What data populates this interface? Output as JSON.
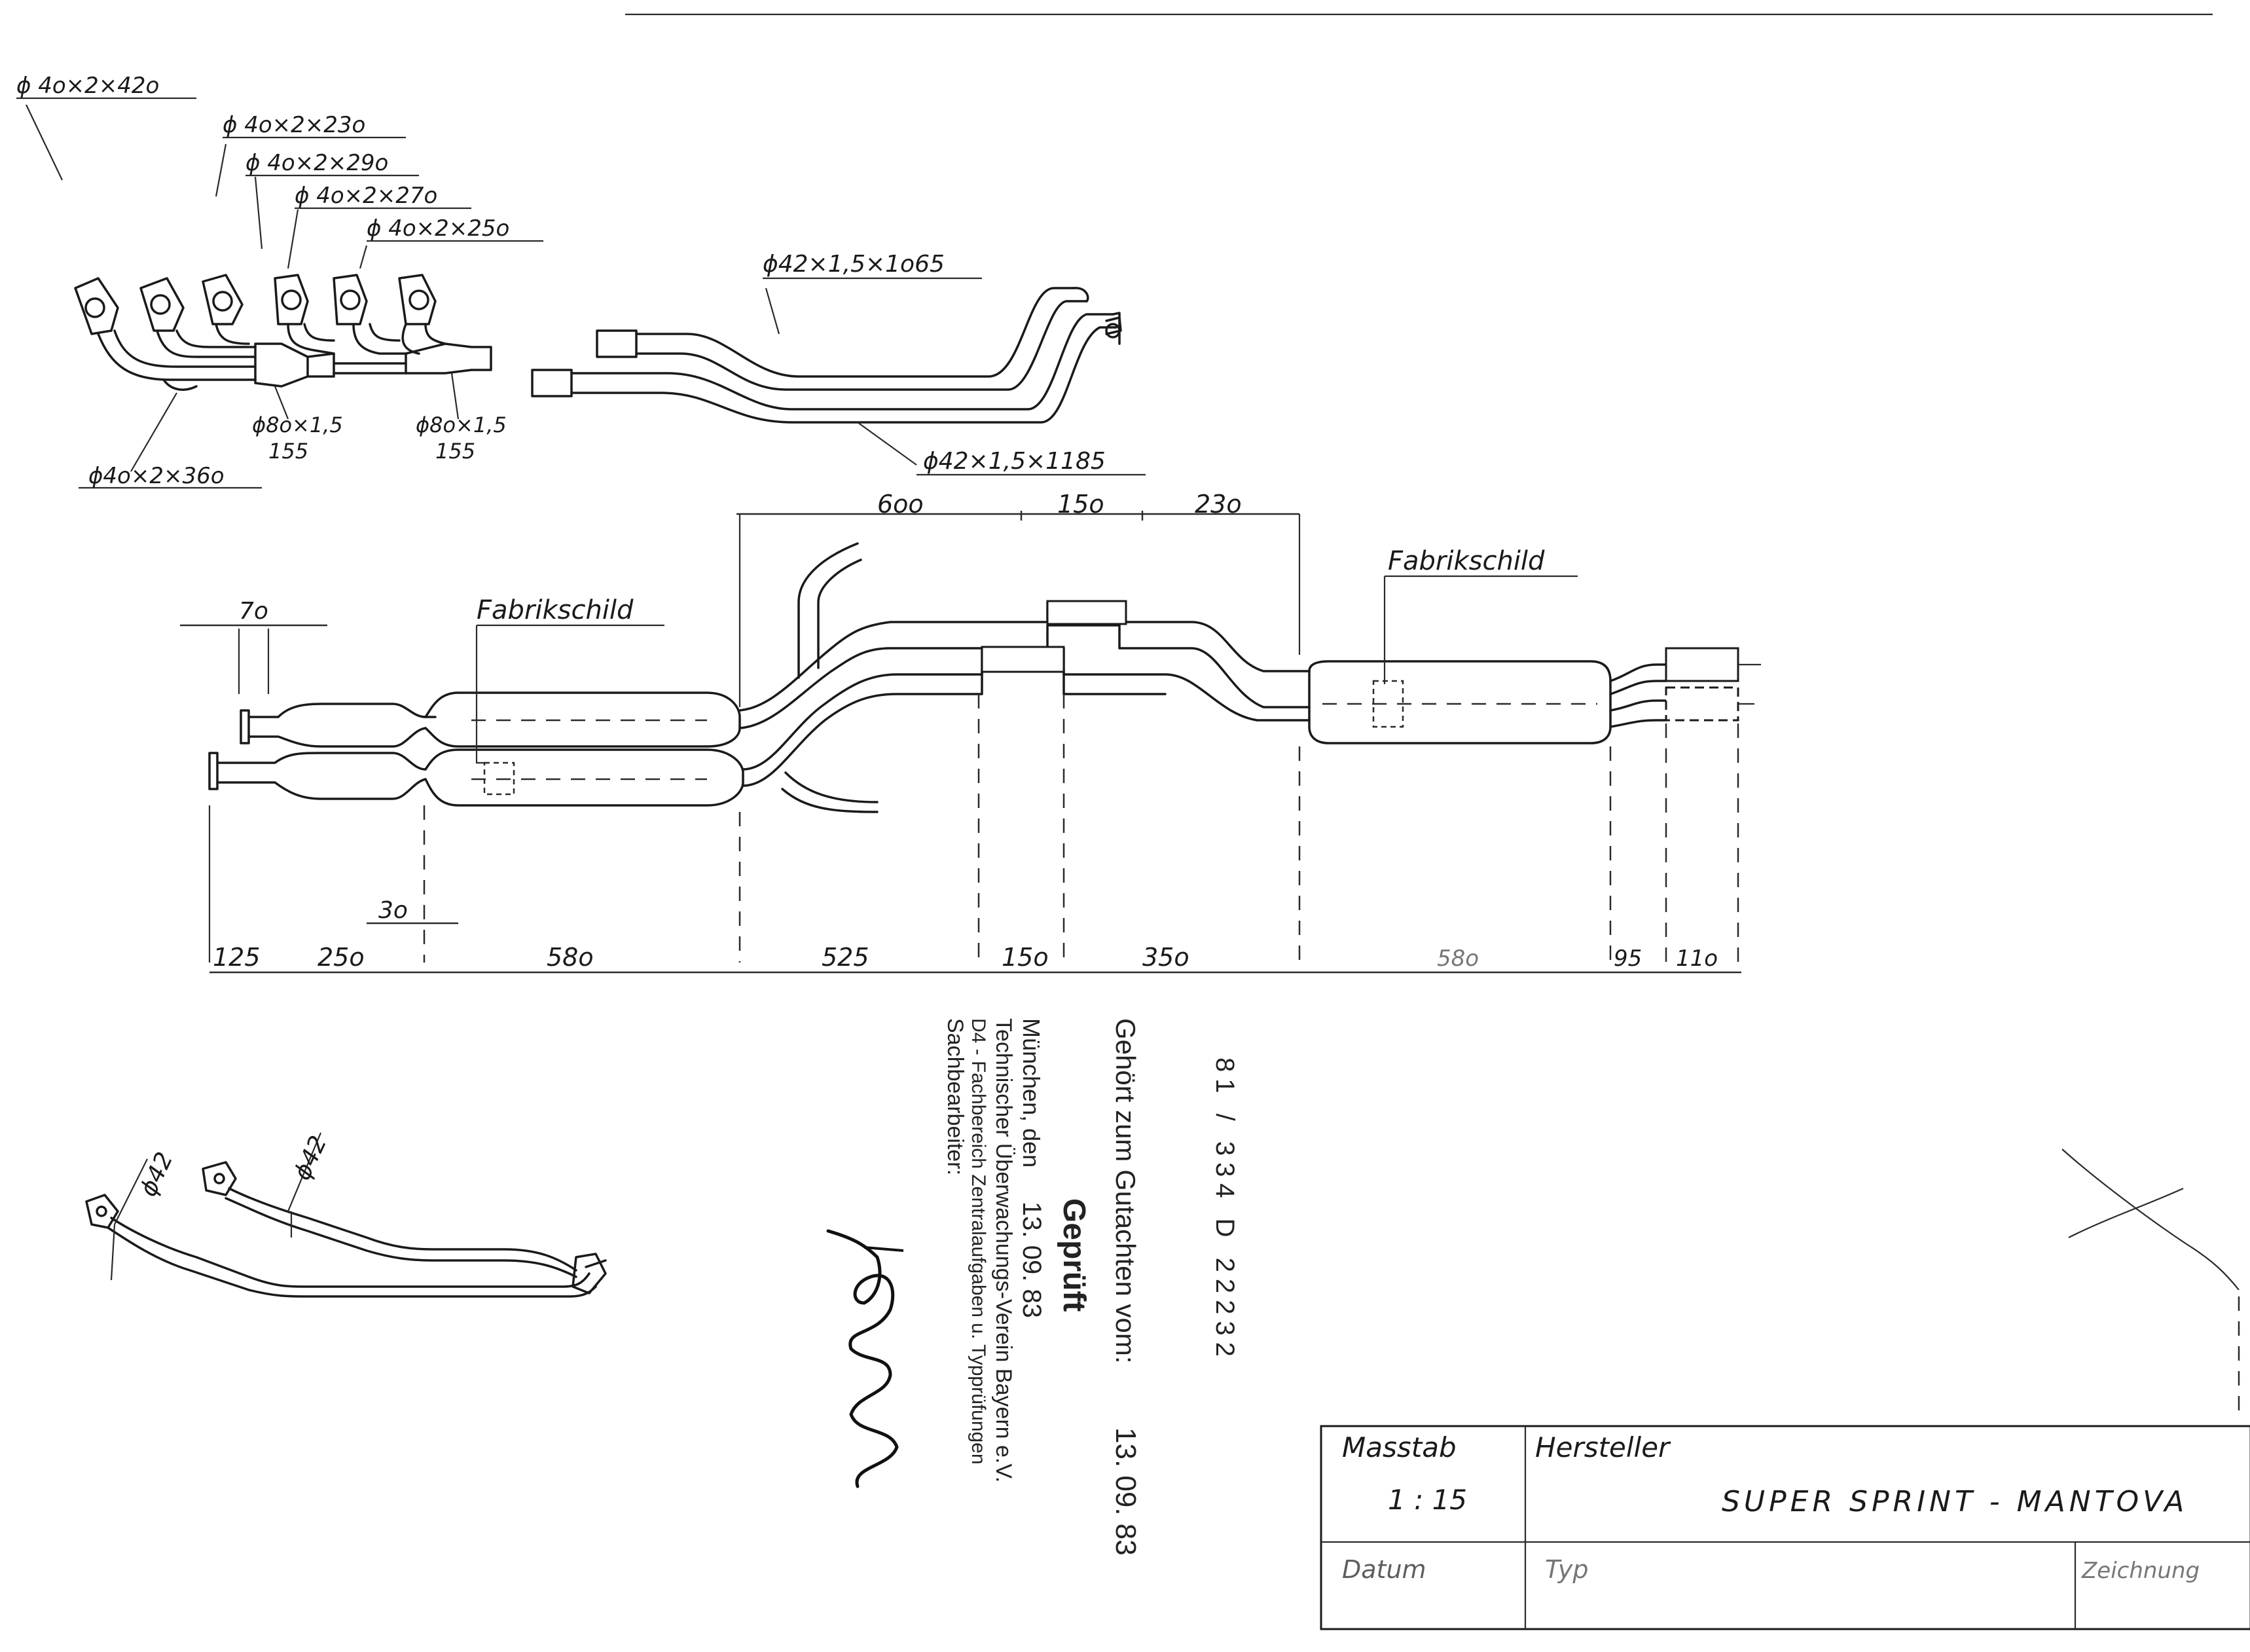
{
  "header_pipes": {
    "labels": [
      "ϕ 4o×2×42o",
      "ϕ 4o×2×23o",
      "ϕ 4o×2×29o",
      "ϕ 4o×2×27o",
      "ϕ 4o×2×25o",
      "ϕ4o×2×36o"
    ],
    "collectors": [
      "ϕ8o×1,5",
      "155",
      "ϕ8o×1,5",
      "155"
    ]
  },
  "mid_pipes": {
    "upper": "ϕ42×1,5×1o65",
    "lower": "ϕ42×1,5×1185"
  },
  "main_assembly": {
    "top_dims": [
      "6oo",
      "15o",
      "23o"
    ],
    "side_dims": [
      "7o",
      "3o"
    ],
    "bottom_dims": [
      "125",
      "25o",
      "58o",
      "525",
      "15o",
      "35o",
      "58o",
      "95",
      "11o"
    ],
    "label_fabrikschild_1": "Fabrikschild",
    "label_fabrikschild_2": "Fabrikschild"
  },
  "bent_pipes": {
    "labels": [
      "ϕ42",
      "ϕ42"
    ]
  },
  "approval_stamp": {
    "line1": "Gehört zum Gutachten vom:",
    "date1": "13. 09. 83",
    "title": "Geprüft",
    "place": "München, den",
    "date2": "13. 09. 83",
    "org1": "Technischer Überwachungs-Verein Bayern e.V.",
    "org2": "D4 - Fachbereich Zentralaufgaben u. Typprüfungen",
    "org3": "Sachbearbeiter:",
    "doc_number": "81 / 334  D 22232"
  },
  "title_block": {
    "masstab_label": "Masstab",
    "masstab_value": "1 : 15",
    "hersteller_label": "Hersteller",
    "hersteller_value": "SUPER SPRINT - MANTOVA",
    "datum_label": "Datum",
    "typ_label": "Typ",
    "zeichnung_label": "Zeichnung"
  }
}
